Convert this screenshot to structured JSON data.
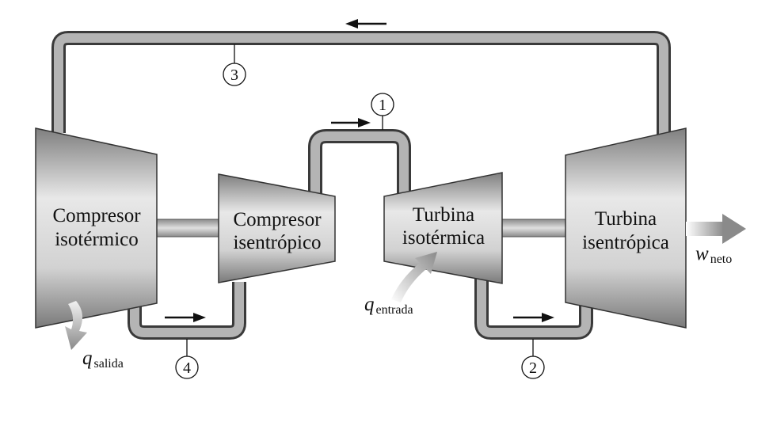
{
  "components": {
    "compressor_isothermal": {
      "line1": "Compresor",
      "line2": "isotérmico"
    },
    "compressor_isentropic": {
      "line1": "Compresor",
      "line2": "isentrópico"
    },
    "turbine_isothermal": {
      "line1": "Turbina",
      "line2": "isotérmica"
    },
    "turbine_isentropic": {
      "line1": "Turbina",
      "line2": "isentrópica"
    }
  },
  "states": {
    "s1": "1",
    "s2": "2",
    "s3": "3",
    "s4": "4"
  },
  "flows": {
    "q_out": {
      "symbol": "q",
      "subscript": "salida"
    },
    "q_in": {
      "symbol": "q",
      "subscript": "entrada"
    },
    "w_net": {
      "symbol": "w",
      "subscript": "neto"
    }
  },
  "colors": {
    "pipe_outer": "#3a3a3a",
    "pipe_fill": "#b4b4b4",
    "body_light": "#e6e6e6",
    "body_dark": "#8c8c8c"
  }
}
